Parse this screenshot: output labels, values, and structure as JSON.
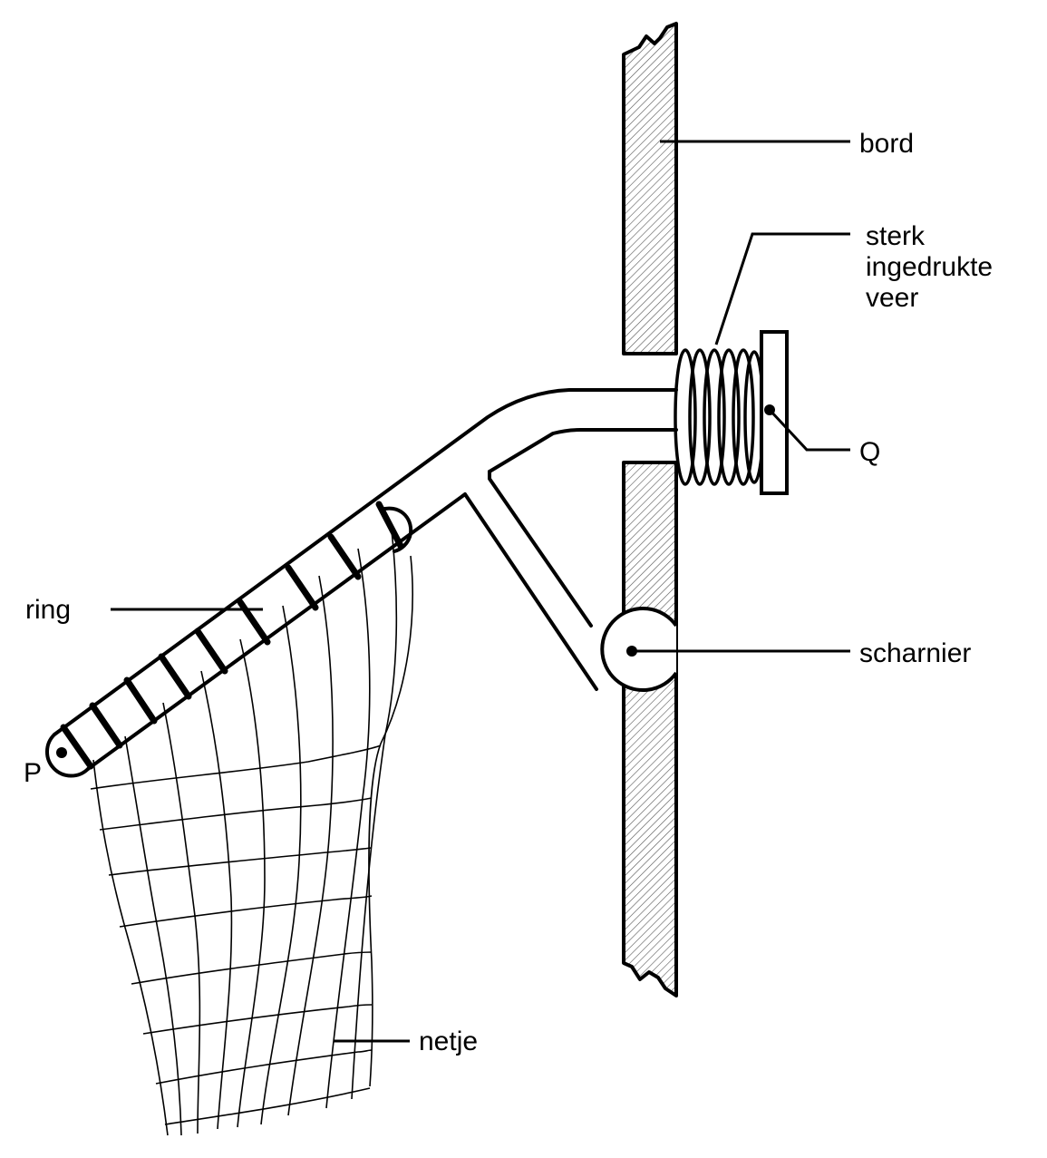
{
  "labels": {
    "board": "bord",
    "spring_line1": "sterk",
    "spring_line2": "ingedrukte",
    "spring_line3": "veer",
    "point_q": "Q",
    "hinge": "scharnier",
    "ring": "ring",
    "point_p": "P",
    "net": "netje"
  }
}
